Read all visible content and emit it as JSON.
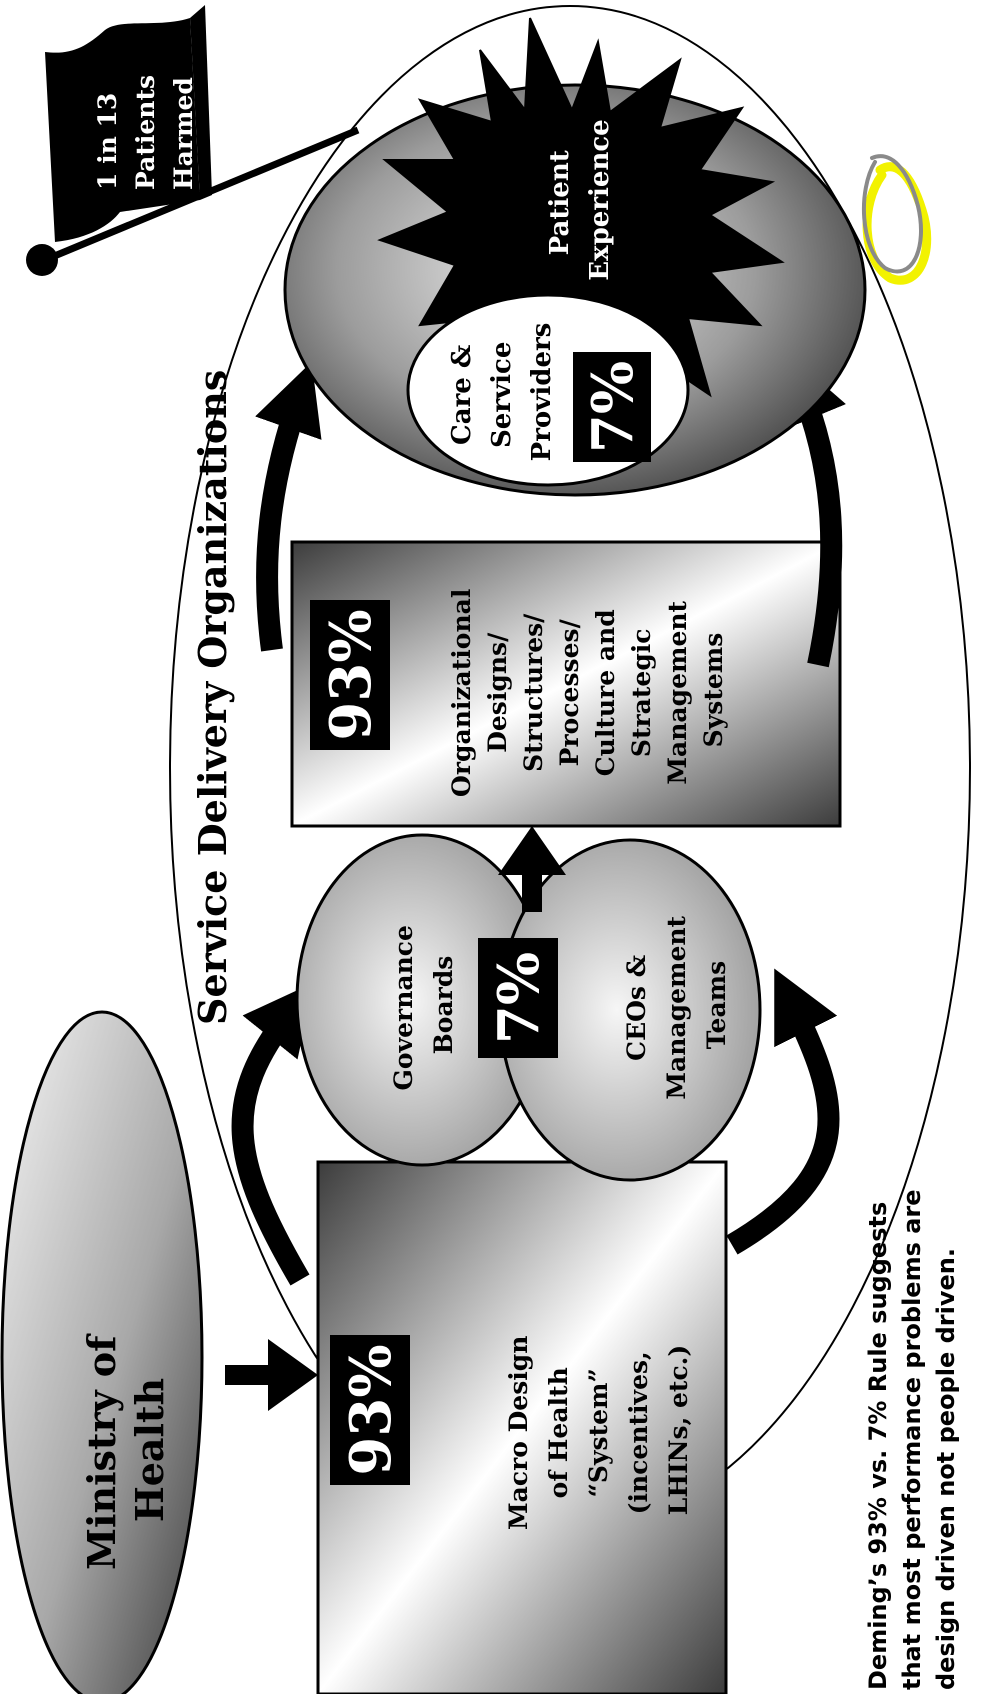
{
  "title": "Service Delivery Organizations",
  "flag": {
    "lines": [
      "1 in 13",
      "Patients",
      "Harmed"
    ]
  },
  "ministry": {
    "lines": [
      "Ministry of",
      "Health"
    ]
  },
  "macro": {
    "pct": "93%",
    "lines": [
      "Macro Design",
      "of Health",
      "“System”",
      "(incentives,",
      "LHINs, etc.)"
    ]
  },
  "governance": {
    "lines": [
      "Governance",
      "Boards"
    ]
  },
  "ceos": {
    "lines": [
      "CEOs &",
      "Management",
      "Teams"
    ]
  },
  "governance_pct": "7%",
  "org": {
    "pct": "93%",
    "lines": [
      "Organizational",
      "Designs/",
      "Structures/",
      "Processes/",
      "Culture and",
      "Strategic",
      "Management",
      "Systems"
    ]
  },
  "providers": {
    "pct": "7%",
    "lines": [
      "Care &",
      "Service",
      "Providers"
    ]
  },
  "patient": {
    "lines": [
      "Patient",
      "Experience"
    ]
  },
  "note": {
    "lines": [
      "Deming’s 93% vs. 7% Rule suggests",
      "that most performance problems are",
      "design driven not people driven."
    ]
  },
  "colors": {
    "black": "#000000",
    "white": "#ffffff",
    "highlight": "#f2f200",
    "pencil": "#8a8a8a"
  }
}
